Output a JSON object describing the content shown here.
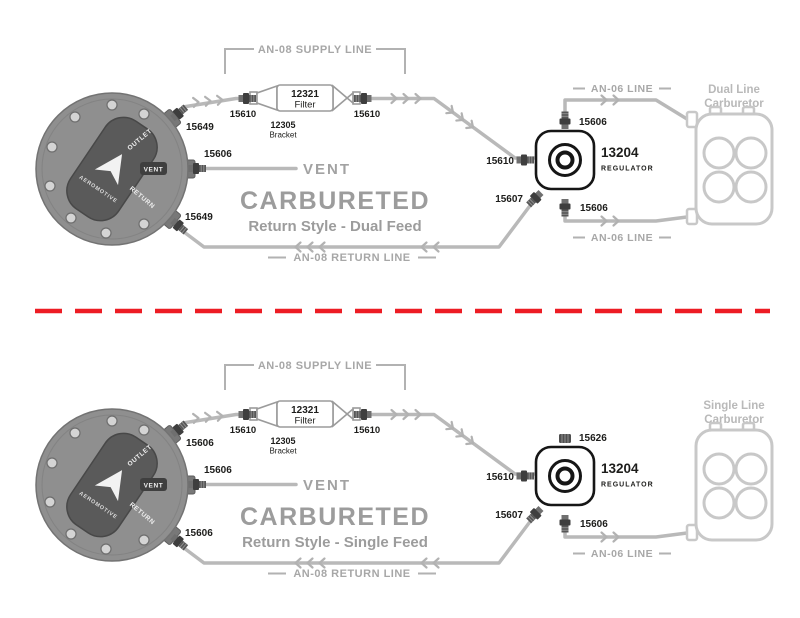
{
  "colors": {
    "line_gray": "#b9b9b9",
    "label_gray": "#a7a7a7",
    "dark_text": "#1d1d1b",
    "muted_title": "#9c9c9c",
    "carb_outline": "#c8c8c8",
    "divider_red": "#ed1c24",
    "pump_gray": "#8f8f8f"
  },
  "diagrams": {
    "top": {
      "supply_label": "AN-08 SUPPLY LINE",
      "return_label": "AN-08 RETURN LINE",
      "an06_top_label": "AN-06 LINE",
      "an06_bottom_label": "AN-06 LINE",
      "vent_label": "VENT",
      "title": "CARBURETED",
      "subtitle": "Return Style - Dual Feed",
      "carburetor_line1": "Dual Line",
      "carburetor_line2": "Carburetor",
      "pump": {
        "outlet_port": "OUTLET",
        "vent_port": "VENT",
        "return_port": "RETURN",
        "brand": "AEROMOTIVE",
        "outlet_fitting": "15649",
        "vent_fitting": "15606",
        "return_fitting": "15649"
      },
      "filter": {
        "part": "12321",
        "name": "Filter",
        "bracket_part": "12305",
        "bracket_name": "Bracket",
        "inlet_fitting": "15610",
        "outlet_fitting": "15610"
      },
      "regulator": {
        "part": "13204",
        "name": "REGULATOR",
        "inlet_fitting": "15610",
        "top_fitting": "15606",
        "return_fitting": "15607",
        "outlet_fitting": "15606"
      }
    },
    "bottom": {
      "supply_label": "AN-08 SUPPLY LINE",
      "return_label": "AN-08 RETURN LINE",
      "an06_bottom_label": "AN-06 LINE",
      "vent_label": "VENT",
      "title": "CARBURETED",
      "subtitle": "Return Style - Single Feed",
      "carburetor_line1": "Single Line",
      "carburetor_line2": "Carburetor",
      "pump": {
        "outlet_port": "OUTLET",
        "vent_port": "VENT",
        "return_port": "RETURN",
        "brand": "AEROMOTIVE",
        "outlet_fitting": "15606",
        "vent_fitting": "15606",
        "return_fitting": "15606"
      },
      "filter": {
        "part": "12321",
        "name": "Filter",
        "bracket_part": "12305",
        "bracket_name": "Bracket",
        "inlet_fitting": "15610",
        "outlet_fitting": "15610"
      },
      "regulator": {
        "part": "13204",
        "name": "REGULATOR",
        "inlet_fitting": "15610",
        "top_plug": "15626",
        "return_fitting": "15607",
        "outlet_fitting": "15606"
      }
    }
  }
}
